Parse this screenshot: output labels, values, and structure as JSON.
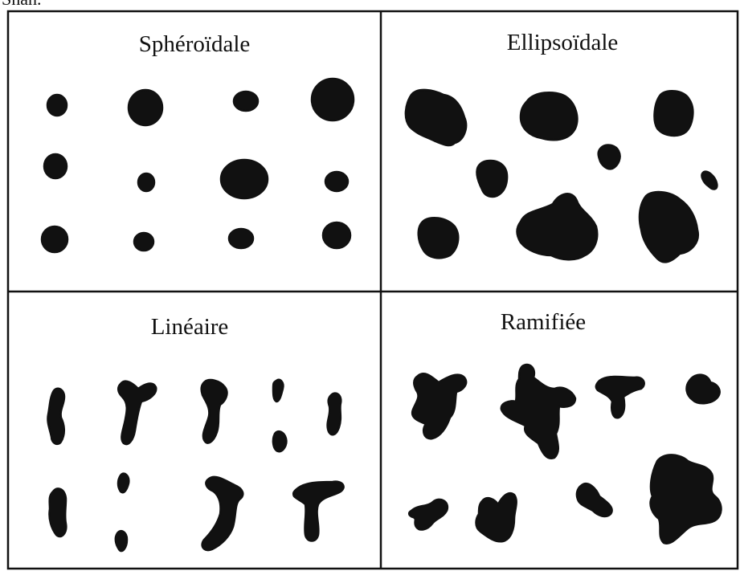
{
  "header_fragment": "Shah.",
  "panels": {
    "spheroidal": {
      "title": "Sphéroïdale"
    },
    "ellipsoidal": {
      "title": "Ellipsoïdale"
    },
    "linear": {
      "title": "Linéaire"
    },
    "branched": {
      "title": "Ramifiée"
    }
  },
  "colors": {
    "ink": "#111111",
    "paper": "#ffffff"
  }
}
